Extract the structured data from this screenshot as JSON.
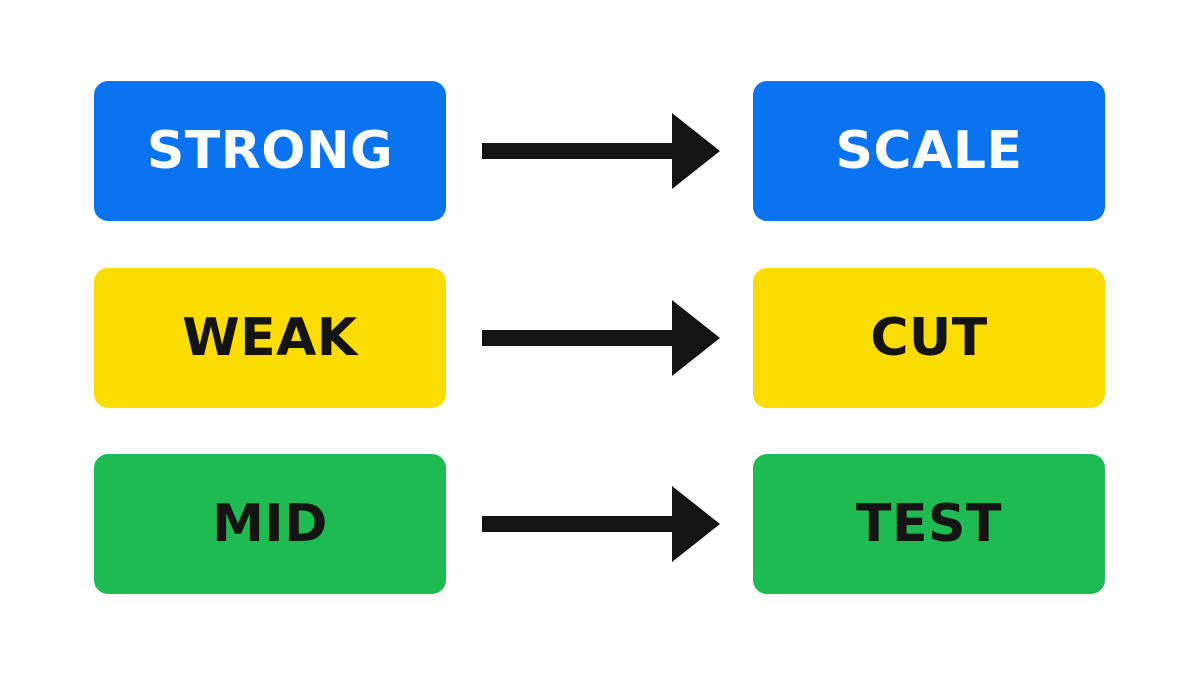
{
  "colors": {
    "blue": "#0B72F0",
    "yellow": "#FADC00",
    "green": "#1DBB51",
    "text_light": "#FFFFFF",
    "text_dark": "#141414",
    "arrow": "#141414"
  },
  "rows": [
    {
      "from": "STRONG",
      "to": "SCALE",
      "color": "blue",
      "text_color": "text_light",
      "arrow_icon": "arrow-right-icon"
    },
    {
      "from": "WEAK",
      "to": "CUT",
      "color": "yellow",
      "text_color": "text_dark",
      "arrow_icon": "arrow-right-icon"
    },
    {
      "from": "MID",
      "to": "TEST",
      "color": "green",
      "text_color": "text_dark",
      "arrow_icon": "arrow-right-icon"
    }
  ]
}
